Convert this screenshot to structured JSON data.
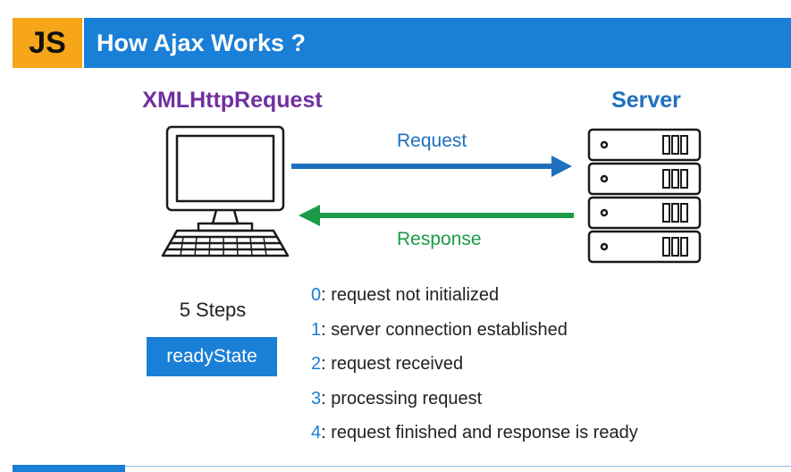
{
  "header": {
    "badge": "JS",
    "title": "How Ajax Works ?"
  },
  "diagram": {
    "client_label": "XMLHttpRequest",
    "server_label": "Server",
    "request_label": "Request",
    "response_label": "Response",
    "colors": {
      "request_arrow": "#1f6fbf",
      "response_arrow": "#1c9a48",
      "client_label": "#7030a0",
      "server_label": "#1f6fbf",
      "accent": "#1a7fd6",
      "badge": "#f7a619"
    }
  },
  "steps": {
    "label": "5 Steps",
    "ready_state": "readyState",
    "states": [
      {
        "num": "0",
        "text": ": request not initialized"
      },
      {
        "num": "1",
        "text": ": server connection established"
      },
      {
        "num": "2",
        "text": ": request received"
      },
      {
        "num": "3",
        "text": ": processing request"
      },
      {
        "num": "4",
        "text": ": request finished and response is ready"
      }
    ]
  }
}
